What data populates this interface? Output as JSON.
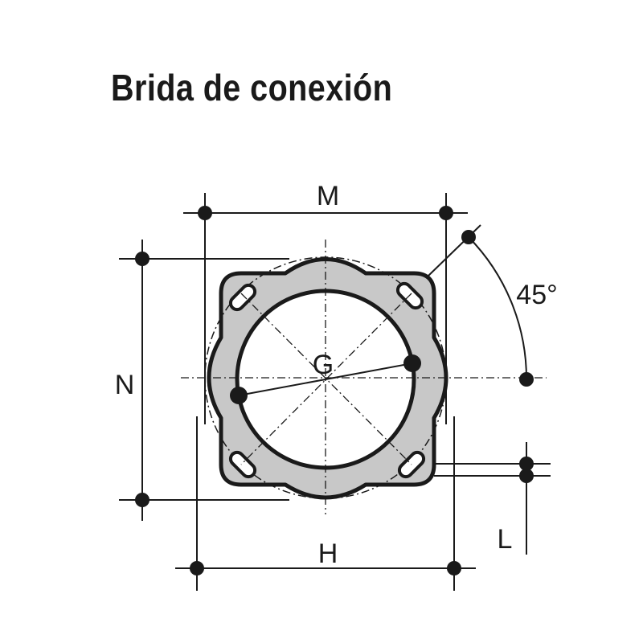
{
  "title": "Brida de conexión",
  "labels": {
    "m": "M",
    "n": "N",
    "g": "G",
    "h": "H",
    "l": "L",
    "angle": "45°"
  },
  "colors": {
    "ink": "#1a1a1a",
    "flange_fill": "#c8c8c8",
    "background": "#ffffff"
  }
}
